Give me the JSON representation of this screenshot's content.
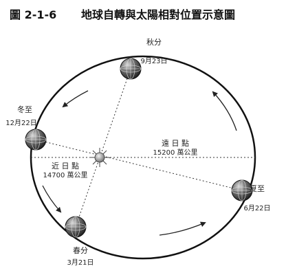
{
  "title": {
    "figure_no": "圖 2-1-6",
    "text": "地球自轉與太陽相對位置示意圖"
  },
  "seasons": {
    "autumn": {
      "name": "秋分",
      "date": "9月23日"
    },
    "winter": {
      "name": "冬至",
      "date": "12月22日"
    },
    "summer": {
      "name": "夏至",
      "date": "6月22日"
    },
    "spring": {
      "name": "春分",
      "date": "3月21日"
    }
  },
  "aphelion": {
    "label": "遠 日 點",
    "distance": "15200 萬公里"
  },
  "perihelion": {
    "label": "近 日 點",
    "distance": "14700 萬公里"
  },
  "icons": [
    "earth-globe-icon",
    "sun-icon",
    "orbit-arrow-icon"
  ]
}
